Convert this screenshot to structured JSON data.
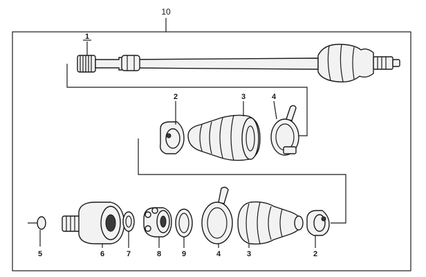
{
  "diagram": {
    "assembly_number": "10",
    "callouts": [
      {
        "id": "p1",
        "number": "1"
      },
      {
        "id": "p2-top",
        "number": "2"
      },
      {
        "id": "p3-top",
        "number": "3"
      },
      {
        "id": "p4-top",
        "number": "4"
      },
      {
        "id": "p5",
        "number": "5"
      },
      {
        "id": "p6",
        "number": "6"
      },
      {
        "id": "p7",
        "number": "7"
      },
      {
        "id": "p8",
        "number": "8"
      },
      {
        "id": "p9",
        "number": "9"
      },
      {
        "id": "p4-bottom",
        "number": "4"
      },
      {
        "id": "p3-bottom",
        "number": "3"
      },
      {
        "id": "p2-bottom",
        "number": "2"
      }
    ]
  }
}
